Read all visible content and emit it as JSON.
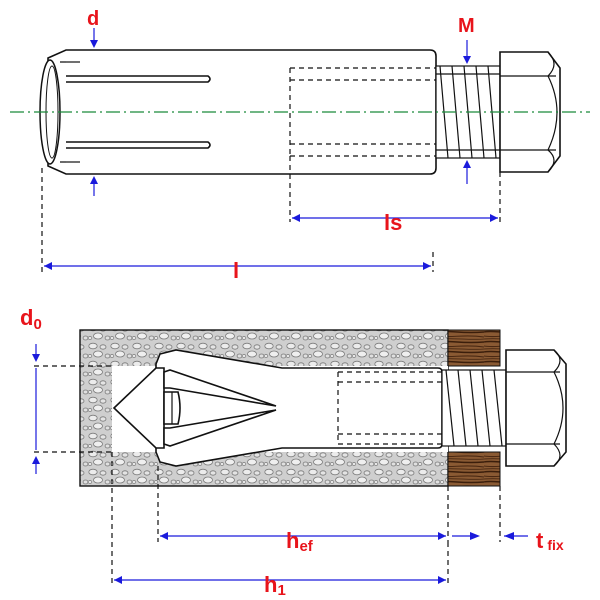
{
  "labels": {
    "d": "d",
    "M": "M",
    "ls": "ls",
    "l": "l",
    "d0_main": "d",
    "d0_sub": "0",
    "hef_main": "h",
    "hef_sub": "ef",
    "tfix_main": "t",
    "tfix_sub": "fix",
    "h1_main": "h",
    "h1_sub": "1"
  },
  "colors": {
    "label": "#e8141b",
    "dimension": "#1a1adc",
    "centerline": "#1a8a3a",
    "concrete": "#c9c9c9",
    "wood": "#6b3a1e"
  }
}
